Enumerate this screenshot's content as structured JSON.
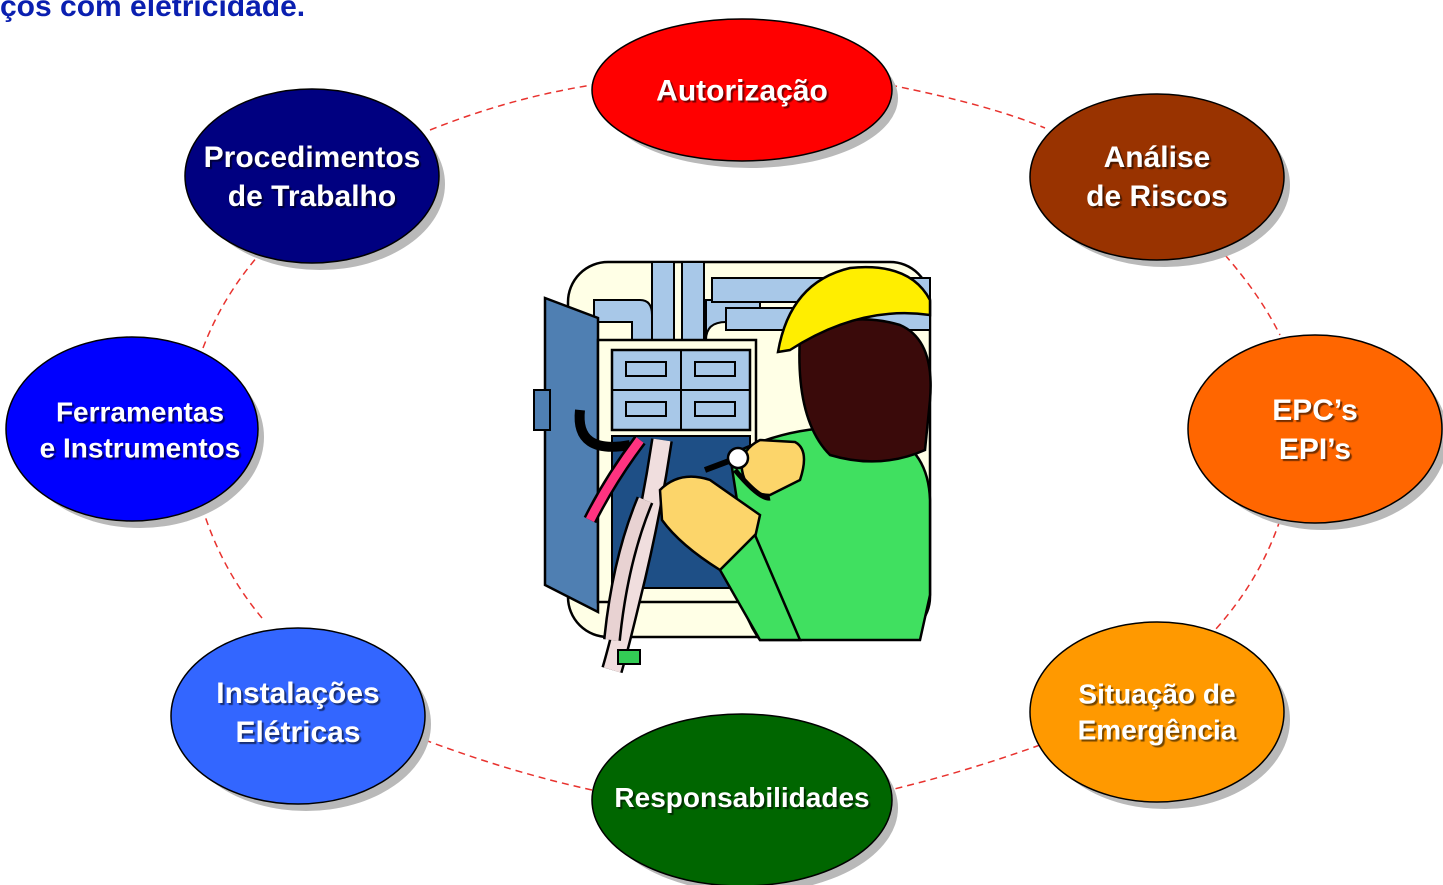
{
  "title": "ços com eletricidade.",
  "nodes": [
    {
      "id": "autorizacao",
      "lines": [
        "Autorização"
      ],
      "color": "#ff0000"
    },
    {
      "id": "analise",
      "lines": [
        "Análise",
        "de Riscos"
      ],
      "color": "#993300"
    },
    {
      "id": "epc",
      "lines": [
        "EPC’s",
        "EPI’s"
      ],
      "color": "#ff6600"
    },
    {
      "id": "situacao",
      "lines": [
        "Situação de",
        "Emergência"
      ],
      "color": "#ff9900"
    },
    {
      "id": "responsabilidades",
      "lines": [
        "Responsabilidades"
      ],
      "color": "#006600"
    },
    {
      "id": "instalacoes",
      "lines": [
        "Instalações",
        "Elétricas"
      ],
      "color": "#3366ff"
    },
    {
      "id": "ferramentas",
      "lines": [
        "Ferramentas",
        "e Instrumentos"
      ],
      "color": "#0000ff"
    },
    {
      "id": "procedimentos",
      "lines": [
        "Procedimentos",
        "de Trabalho"
      ],
      "color": "#000080"
    }
  ],
  "connector_color": "#e8322e",
  "illustration": {
    "subject": "electrician-working-on-panel"
  }
}
